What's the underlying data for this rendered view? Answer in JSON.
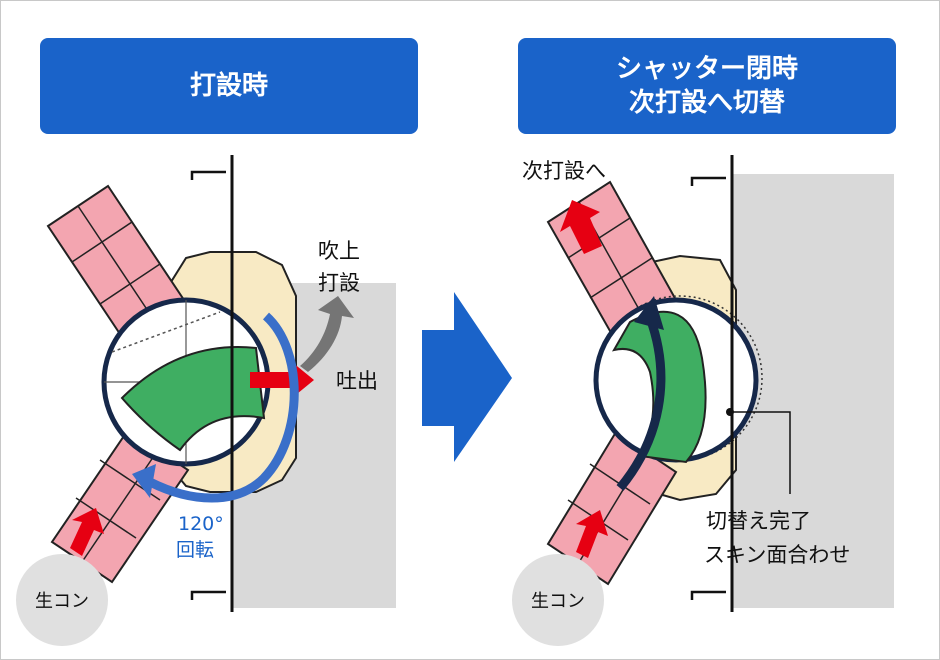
{
  "left_panel": {
    "title": "打設時",
    "label_upward": [
      "吹上",
      "打設"
    ],
    "label_discharge": "吐出",
    "label_rotation_angle": "120°",
    "label_rotation": "回転",
    "label_source": "生コン"
  },
  "right_panel": {
    "title_line1": "シャッター閉時",
    "title_line2": "次打設へ切替",
    "label_next": "次打設へ",
    "label_complete_line1": "切替え完了",
    "label_complete_line2": "スキン面合わせ",
    "label_source": "生コン"
  },
  "colors": {
    "banner": "#1a63c9",
    "pipe": "#f3a5b0",
    "housing": "#f8eac4",
    "valve": "#3fae62",
    "concrete": "#d9d9d9",
    "arrow_red": "#e60012",
    "arrow_blue": "#3a6fc9",
    "arrow_gray": "#757575"
  }
}
